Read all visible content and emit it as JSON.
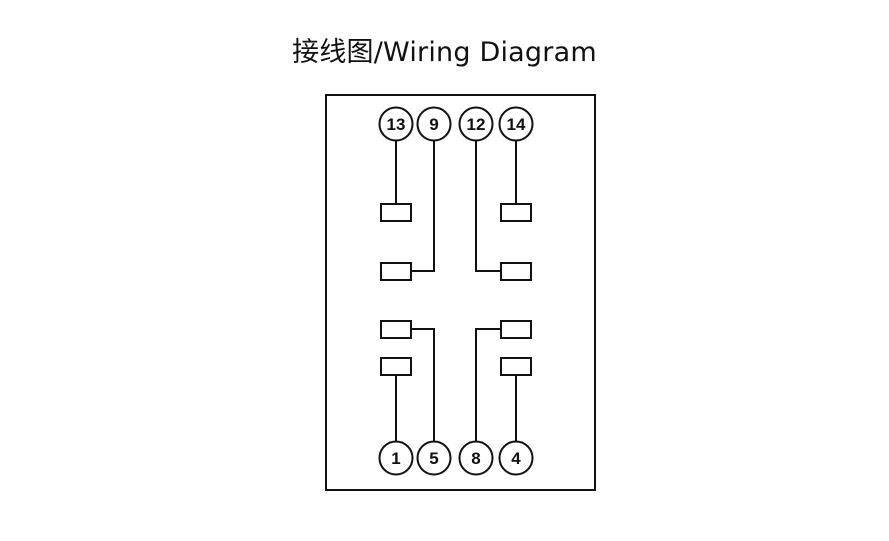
{
  "title": "接线图/Wiring Diagram",
  "colors": {
    "line": "#111111",
    "background": "#ffffff"
  },
  "pins": [
    {
      "id": "pin-13",
      "label": "13"
    },
    {
      "id": "pin-9",
      "label": "9"
    },
    {
      "id": "pin-12",
      "label": "12"
    },
    {
      "id": "pin-14",
      "label": "14"
    },
    {
      "id": "pin-1",
      "label": "1"
    },
    {
      "id": "pin-5",
      "label": "5"
    },
    {
      "id": "pin-8",
      "label": "8"
    },
    {
      "id": "pin-4",
      "label": "4"
    }
  ]
}
